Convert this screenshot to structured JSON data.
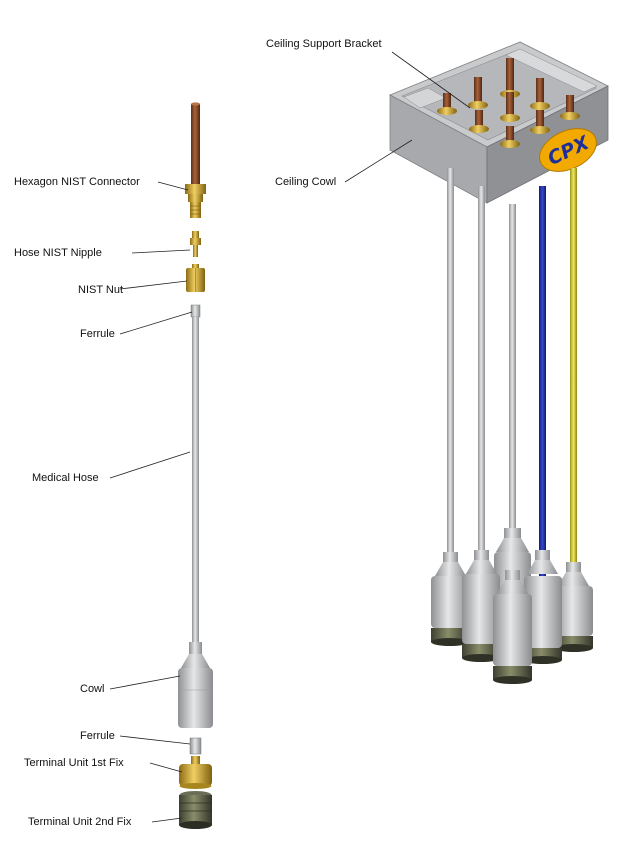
{
  "labels": {
    "ceiling_support_bracket": "Ceiling Support Bracket",
    "hexagon_nist_connector": "Hexagon NIST Connector",
    "ceiling_cowl": "Ceiling Cowl",
    "hose_nist_nipple": "Hose NIST Nipple",
    "nist_nut": "NIST Nut",
    "ferrule_top": "Ferrule",
    "medical_hose": "Medical Hose",
    "cowl": "Cowl",
    "ferrule_bottom": "Ferrule",
    "terminal_unit_1st_fix": "Terminal Unit 1st Fix",
    "terminal_unit_2nd_fix": "Terminal Unit 2nd Fix"
  },
  "logo_text": "CPX",
  "colors": {
    "copper": "#8a4a26",
    "brass": "#c9a236",
    "hose_grey": "#c7c8ca",
    "blue_hose": "#2433a6",
    "yellow_hose": "#d9d23a",
    "logo_orange": "#f2a900",
    "logo_blue": "#1d2f9a"
  }
}
